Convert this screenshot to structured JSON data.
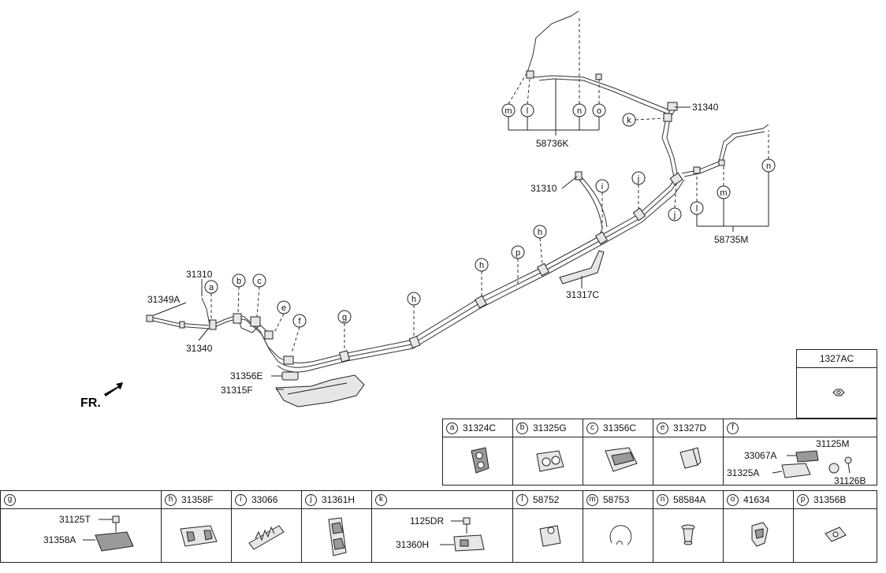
{
  "front_label": "FR.",
  "parts_main": {
    "p58736K": "58736K",
    "p31340_top": "31340",
    "p31310_mid": "31310",
    "p58735M": "58735M",
    "p31317C": "31317C",
    "p31310_left": "31310",
    "p31349A": "31349A",
    "p31340_left": "31340",
    "p31356E": "31356E",
    "p31315F": "31315F"
  },
  "callouts": {
    "a": "a",
    "b": "b",
    "c": "c",
    "e": "e",
    "f": "f",
    "g": "g",
    "h": "h",
    "i": "i",
    "j": "j",
    "k": "k",
    "l": "l",
    "m": "m",
    "n": "n",
    "o": "o",
    "p": "p"
  },
  "table": {
    "t1327AC": {
      "letter": "",
      "code": "1327AC"
    },
    "a": {
      "letter": "a",
      "code": "31324C"
    },
    "b": {
      "letter": "b",
      "code": "31325G"
    },
    "c": {
      "letter": "c",
      "code": "31356C"
    },
    "e": {
      "letter": "e",
      "code": "31327D"
    },
    "f": {
      "letter": "f",
      "code": "",
      "sub": [
        "31125M",
        "33067A",
        "31325A",
        "31126B"
      ]
    },
    "g": {
      "letter": "g",
      "code": "",
      "sub": [
        "31125T",
        "31358A"
      ]
    },
    "h": {
      "letter": "h",
      "code": "31358F"
    },
    "i": {
      "letter": "i",
      "code": "33066"
    },
    "j": {
      "letter": "j",
      "code": "31361H"
    },
    "k": {
      "letter": "k",
      "code": "",
      "sub": [
        "1125DR",
        "31360H"
      ]
    },
    "l": {
      "letter": "l",
      "code": "58752"
    },
    "m": {
      "letter": "m",
      "code": "58753"
    },
    "n": {
      "letter": "n",
      "code": "58584A"
    },
    "o": {
      "letter": "o",
      "code": "41634"
    },
    "p": {
      "letter": "p",
      "code": "31356B"
    }
  }
}
